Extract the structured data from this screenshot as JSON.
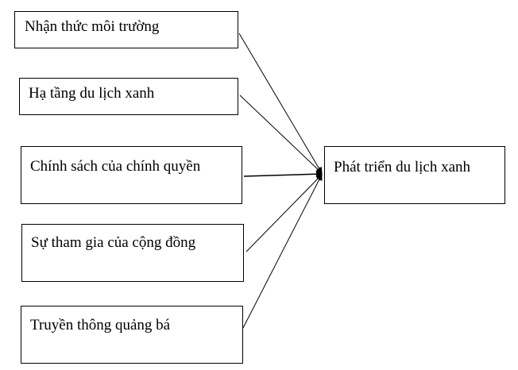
{
  "factors": [
    {
      "label": "Nhận thức môi trường"
    },
    {
      "label": "Hạ tầng du lịch xanh"
    },
    {
      "label": "Chính sách của chính quyền"
    },
    {
      "label": "Sự tham gia của cộng đồng"
    },
    {
      "label": "Truyền thông quảng bá"
    }
  ],
  "outcome": {
    "label": "Phát triển du lịch xanh"
  }
}
